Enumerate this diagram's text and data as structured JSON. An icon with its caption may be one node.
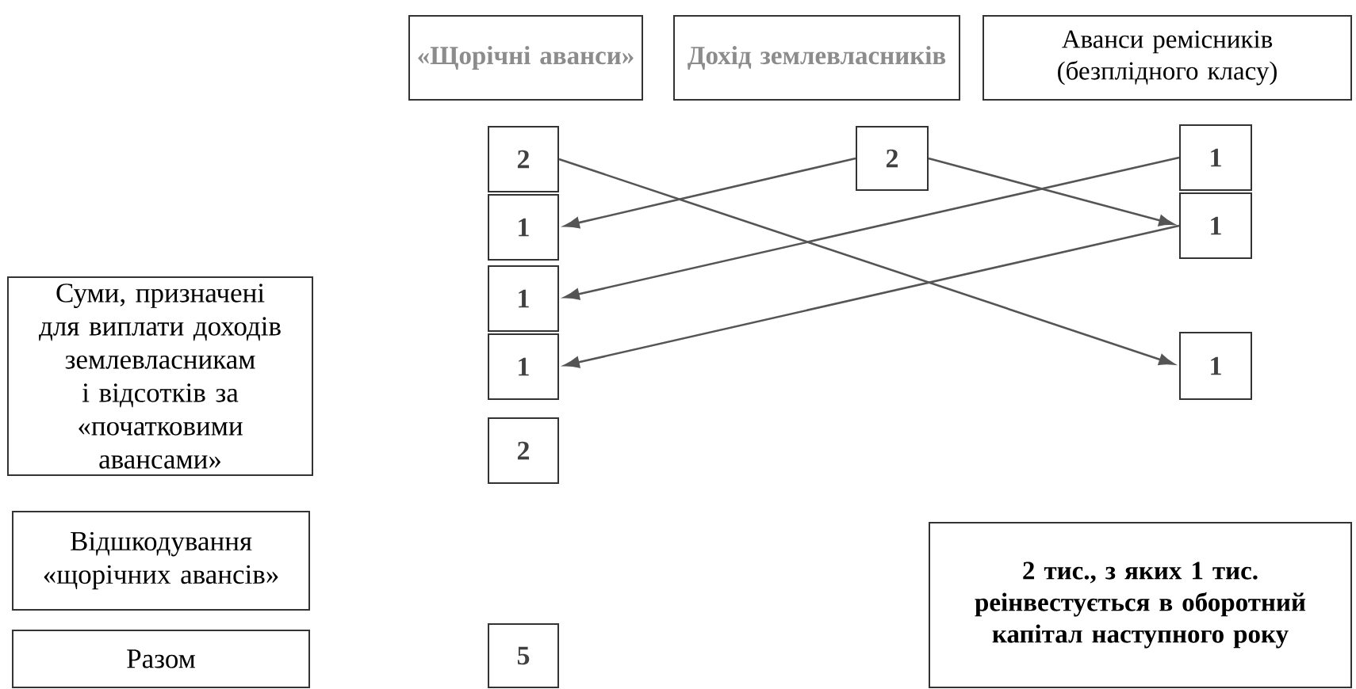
{
  "diagram": {
    "nodes": [
      {
        "text": [
          "«Щорічні аванси»"
        ]
      },
      {
        "text": [
          "Дохід землевласників"
        ]
      },
      {
        "text": [
          "Аванси ремісників (безплідного класу)"
        ]
      },
      {
        "text": [
          "Суми, призначені для виплати доходів землевласникам і відсотків за «початковими авансами»"
        ]
      },
      {
        "text": [
          "Відшкодування «щорічних авансів»"
        ]
      },
      {
        "text": [
          "Разом"
        ]
      },
      {
        "text": [
          "2"
        ]
      },
      {
        "text": [
          "1"
        ]
      },
      {
        "text": [
          "1"
        ]
      },
      {
        "text": [
          "1"
        ]
      },
      {
        "text": [
          "2"
        ]
      },
      {
        "text": [
          "5"
        ]
      },
      {
        "text": [
          "2"
        ]
      },
      {
        "text": [
          "1"
        ]
      },
      {
        "text": [
          "1"
        ]
      },
      {
        "text": [
          "1"
        ]
      },
      {
        "text": [
          "2 тис., з яких 1 тис. реінвестується в оборотний капітал наступного року"
        ]
      }
    ],
    "edges": [
      {
        "from": 6,
        "to": 15,
        "arrow": "to"
      },
      {
        "from": 12,
        "to": 7,
        "arrow": "to"
      },
      {
        "from": 12,
        "to": 14,
        "arrow": "to"
      },
      {
        "from": 13,
        "to": 8,
        "arrow": "to"
      },
      {
        "from": 14,
        "to": 9,
        "arrow": "to"
      }
    ]
  }
}
